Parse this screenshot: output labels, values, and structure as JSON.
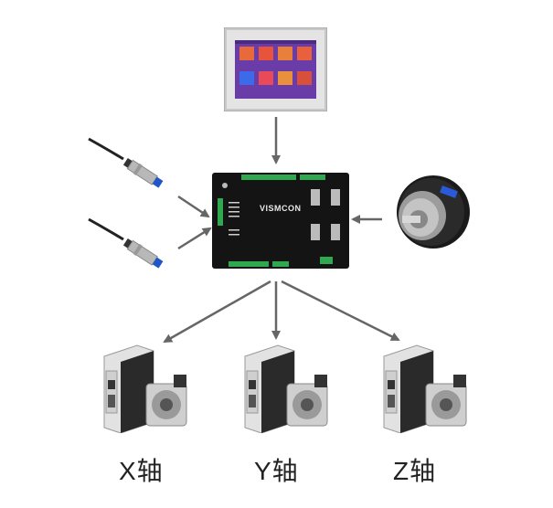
{
  "diagram": {
    "controller": {
      "brand": "VISMCON"
    },
    "axes": [
      {
        "label": "X轴"
      },
      {
        "label": "Y轴"
      },
      {
        "label": "Z轴"
      }
    ],
    "colors": {
      "arrow": "#666666",
      "board": "#141414",
      "terminal_green": "#2fa84f",
      "hmi_frame": "#c8c8c8",
      "hmi_screen": "#6a3ca8"
    },
    "icons": [
      "hmi-touchscreen-icon",
      "proximity-sensor-icon",
      "rotary-encoder-icon",
      "servo-drive-icon",
      "servo-motor-icon",
      "motion-control-board-icon"
    ]
  }
}
